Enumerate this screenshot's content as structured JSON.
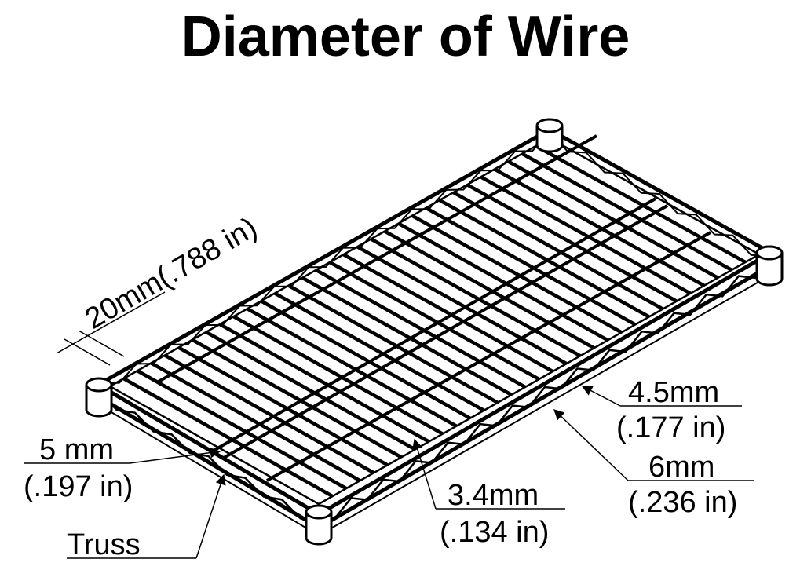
{
  "title": "Diameter of Wire",
  "labels": {
    "top_dim": "20mm(.788 in)",
    "left_mm": "5 mm",
    "left_in": "(.197 in)",
    "truss": "Truss",
    "mid_mm": "3.4mm",
    "mid_in": "(.134 in)",
    "right_top_mm": "4.5mm",
    "right_top_in": "(.177 in)",
    "right_bot_mm": "6mm",
    "right_bot_in": "(.236 in)"
  },
  "colors": {
    "line": "#000000",
    "background": "#ffffff"
  }
}
